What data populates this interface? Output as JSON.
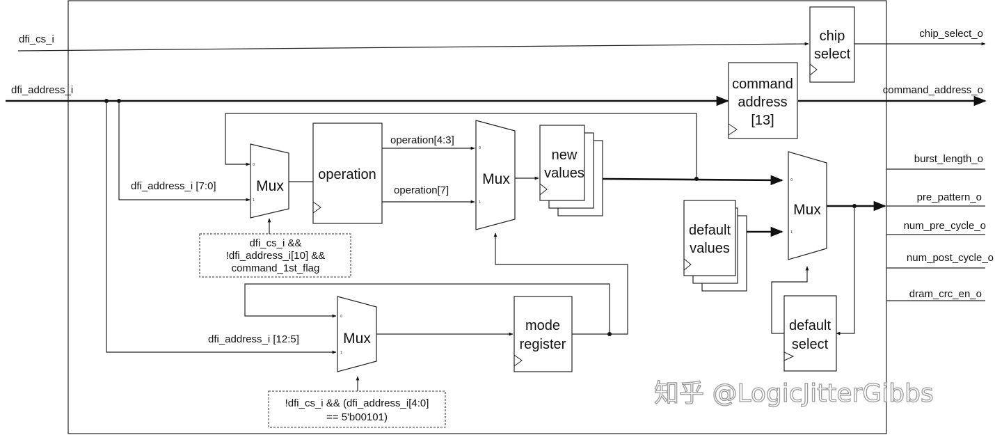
{
  "inputs": {
    "dfi_cs_i": "dfi_cs_i",
    "dfi_address_i": "dfi_address_i"
  },
  "outputs": {
    "chip_select_o": "chip_select_o",
    "command_address_o": "command_address_o",
    "burst_length_o": "burst_length_o",
    "pre_pattern_o": "pre_pattern_o",
    "num_pre_cycle_o": "num_pre_cycle_o",
    "num_post_cycle_o": "num_post_cycle_o",
    "dram_crc_en_o": "dram_crc_en_o"
  },
  "blocks": {
    "chip_select": [
      "chip",
      "select"
    ],
    "command_address": [
      "command",
      "address",
      "[13]"
    ],
    "operation": "operation",
    "new_values": [
      "new",
      "values"
    ],
    "default_values": [
      "default",
      "values"
    ],
    "mode_register": [
      "mode",
      "register"
    ],
    "default_select": [
      "default",
      "select"
    ]
  },
  "muxes": {
    "mux1": "Mux",
    "mux2": "Mux",
    "mux3": "Mux",
    "mux4": "Mux"
  },
  "signals": {
    "addr_7_0": "dfi_address_i [7:0]",
    "op_4_3": "operation[4:3]",
    "op_7": "operation[7]",
    "addr_12_5": "dfi_address_i [12:5]"
  },
  "conditions": {
    "cond1": [
      "dfi_cs_i &&",
      "!dfi_address_i[10] &&",
      "command_1st_flag"
    ],
    "cond2": [
      "!dfi_cs_i && (dfi_address_i[4:0]",
      "== 5'b00101)"
    ]
  },
  "watermark": "知乎 @LogicJitterGibbs"
}
